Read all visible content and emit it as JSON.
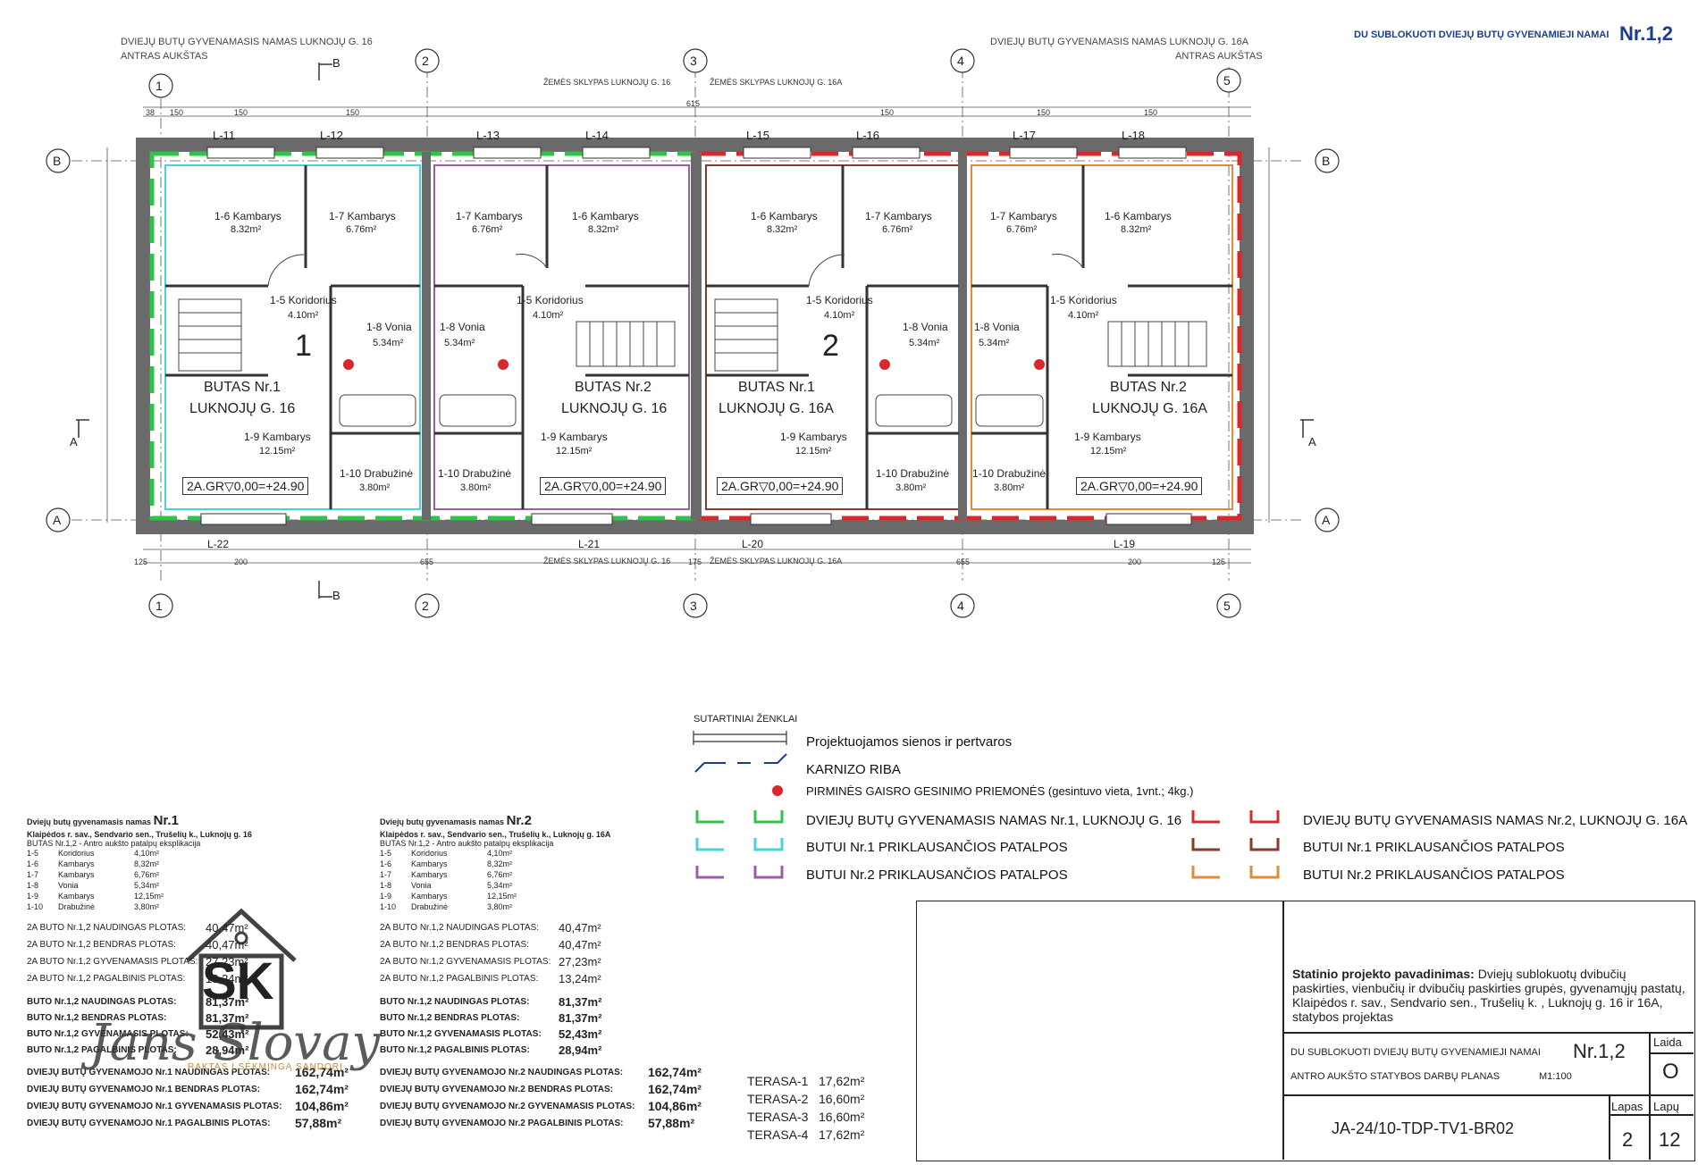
{
  "header": {
    "left_title_1": "DVIEJŲ BUTŲ GYVENAMASIS NAMAS  LUKNOJŲ G. 16",
    "left_title_2": "ANTRAS AUKŠTAS",
    "right_title_1": "DVIEJŲ BUTŲ GYVENAMASIS NAMAS  LUKNOJŲ G. 16A",
    "right_title_2": "ANTRAS AUKŠTAS",
    "corner_title": "DU SUBLOKUOTI DVIEJŲ BUTŲ GYVENAMIEJI NAMAI",
    "corner_nr": "Nr.1,2",
    "plot_left": "ŽEMĖS SKLYPAS LUKNOJŲ G. 16",
    "plot_right": "ŽEMĖS SKLYPAS LUKNOJŲ G. 16A"
  },
  "grid": {
    "columns": [
      "1",
      "2",
      "3",
      "4",
      "5"
    ],
    "rows": [
      "B",
      "A"
    ],
    "section_cut": "B",
    "section_cut_side": "A"
  },
  "windows_top": [
    "L-11",
    "L-12",
    "L-13",
    "L-14",
    "L-15",
    "L-16",
    "L-17",
    "L-18"
  ],
  "windows_bottom": [
    "L-22",
    "L-21",
    "L-20",
    "L-19"
  ],
  "dims_top": [
    "38",
    "150",
    "150",
    "150",
    "615",
    "150",
    "150",
    "150"
  ],
  "dims_bottom": [
    "125",
    "200",
    "655",
    "175",
    "655",
    "200",
    "125"
  ],
  "rooms": {
    "r16": "1-6 Kambarys",
    "a16": "8.32m²",
    "r17": "1-7 Kambarys",
    "a17": "6.76m²",
    "r15": "1-5 Koridorius",
    "a15": "4.10m²",
    "r18": "1-8 Vonia",
    "a18": "5.34m²",
    "r19": "1-9 Kambarys",
    "a19": "12.15m²",
    "r110": "1-10 Drabužinė",
    "a110": "3.80m²"
  },
  "units": [
    {
      "line1": "BUTAS Nr.1",
      "line2": "LUKNOJŲ G. 16",
      "level": "2A.GR▽0,00=+24.90"
    },
    {
      "line1": "BUTAS Nr.2",
      "line2": "LUKNOJŲ G. 16",
      "level": "2A.GR▽0,00=+24.90"
    },
    {
      "line1": "BUTAS Nr.1",
      "line2": "LUKNOJŲ G. 16A",
      "level": "2A.GR▽0,00=+24.90"
    },
    {
      "line1": "BUTAS Nr.2",
      "line2": "LUKNOJŲ G. 16A",
      "level": "2A.GR▽0,00=+24.90"
    }
  ],
  "house_marks": [
    "1",
    "2"
  ],
  "legend": {
    "title": "SUTARTINIAI ŽENKLAI",
    "walls": "Projektuojamos sienos ir pertvaros",
    "eaves": "KARNIZO RIBA",
    "fire": "PIRMINĖS GAISRO GESINIMO PRIEMONĖS",
    "fire_note": "(gesintuvo vieta, 1vnt.; 4kg.)",
    "house1": "DVIEJŲ BUTŲ GYVENAMASIS NAMAS Nr.1, LUKNOJŲ G. 16",
    "house2": "DVIEJŲ BUTŲ GYVENAMASIS NAMAS Nr.2, LUKNOJŲ G. 16A",
    "flat1": "BUTUI Nr.1 PRIKLAUSANČIOS PATALPOS",
    "flat2": "BUTUI Nr.2 PRIKLAUSANČIOS PATALPOS",
    "colors": {
      "green": "#2fc34b",
      "cyan": "#45d3e0",
      "purple": "#9b5ca8",
      "red": "#d8282c",
      "brown": "#8a3a2c",
      "orange": "#e08a3a"
    }
  },
  "explication": [
    {
      "title_pre": "Dviejų butų gyvenamasis namas",
      "title_nr": "Nr.1",
      "address": "Klaipėdos r. sav., Sendvario sen., Trušelių k., Luknojų g. 16",
      "subtitle": "BUTAS Nr.1,2 - Antro aukšto patalpų eksplikacija",
      "rows": [
        [
          "1-5",
          "Koridorius",
          "4,10m²"
        ],
        [
          "1-6",
          "Kambarys",
          "8,32m²"
        ],
        [
          "1-7",
          "Kambarys",
          "6,76m²"
        ],
        [
          "1-8",
          "Vonia",
          "5,34m²"
        ],
        [
          "1-9",
          "Kambarys",
          "12,15m²"
        ],
        [
          "1-10",
          "Drabužinė",
          "3,80m²"
        ]
      ],
      "totals_a": [
        [
          "2A BUTO Nr.1,2 NAUDINGAS  PLOTAS:",
          "40,47m²"
        ],
        [
          "2A BUTO Nr.1,2 BENDRAS PLOTAS:",
          "40,47m²"
        ],
        [
          "2A BUTO Nr.1,2 GYVENAMASIS  PLOTAS:",
          "27,23m²"
        ],
        [
          "2A BUTO Nr.1,2 PAGALBINIS PLOTAS:",
          "13,24m²"
        ]
      ],
      "totals_b": [
        [
          "BUTO Nr.1,2 NAUDINGAS  PLOTAS:",
          "81,37m²"
        ],
        [
          "BUTO Nr.1,2 BENDRAS PLOTAS:",
          "81,37m²"
        ],
        [
          "BUTO Nr.1,2 GYVENAMASIS  PLOTAS:",
          "52,43m²"
        ],
        [
          "BUTO Nr.1,2 PAGALBINIS PLOTAS:",
          "28,94m²"
        ]
      ],
      "totals_c": [
        [
          "DVIEJŲ BUTŲ GYVENAMOJO Nr.1 NAUDINGAS  PLOTAS:",
          "162,74m²"
        ],
        [
          "DVIEJŲ BUTŲ GYVENAMOJO Nr.1 BENDRAS PLOTAS:",
          "162,74m²"
        ],
        [
          "DVIEJŲ BUTŲ GYVENAMOJO Nr.1 GYVENAMASIS  PLOTAS:",
          "104,86m²"
        ],
        [
          "DVIEJŲ BUTŲ GYVENAMOJO Nr.1 PAGALBINIS PLOTAS:",
          "57,88m²"
        ]
      ]
    },
    {
      "title_pre": "Dviejų butų gyvenamasis namas",
      "title_nr": "Nr.2",
      "address": "Klaipėdos r. sav., Sendvario sen., Trušelių k., Luknojų g. 16A",
      "subtitle": "BUTAS Nr.1,2 - Antro aukšto patalpų eksplikacija",
      "rows": [
        [
          "1-5",
          "Koridorius",
          "4,10m²"
        ],
        [
          "1-6",
          "Kambarys",
          "8,32m²"
        ],
        [
          "1-7",
          "Kambarys",
          "6,76m²"
        ],
        [
          "1-8",
          "Vonia",
          "5,34m²"
        ],
        [
          "1-9",
          "Kambarys",
          "12,15m²"
        ],
        [
          "1-10",
          "Drabužinė",
          "3,80m²"
        ]
      ],
      "totals_a": [
        [
          "2A BUTO Nr.1,2 NAUDINGAS  PLOTAS:",
          "40,47m²"
        ],
        [
          "2A BUTO Nr.1,2 BENDRAS PLOTAS:",
          "40,47m²"
        ],
        [
          "2A BUTO Nr.1,2 GYVENAMASIS  PLOTAS:",
          "27,23m²"
        ],
        [
          "2A BUTO Nr.1,2 PAGALBINIS PLOTAS:",
          "13,24m²"
        ]
      ],
      "totals_b": [
        [
          "BUTO Nr.1,2 NAUDINGAS  PLOTAS:",
          "81,37m²"
        ],
        [
          "BUTO Nr.1,2 BENDRAS PLOTAS:",
          "81,37m²"
        ],
        [
          "BUTO Nr.1,2 GYVENAMASIS  PLOTAS:",
          "52,43m²"
        ],
        [
          "BUTO Nr.1,2 PAGALBINIS PLOTAS:",
          "28,94m²"
        ]
      ],
      "totals_c": [
        [
          "DVIEJŲ BUTŲ GYVENAMOJO Nr.2 NAUDINGAS  PLOTAS:",
          "162,74m²"
        ],
        [
          "DVIEJŲ BUTŲ GYVENAMOJO Nr.2 BENDRAS PLOTAS:",
          "162,74m²"
        ],
        [
          "DVIEJŲ BUTŲ GYVENAMOJO Nr.2 GYVENAMASIS  PLOTAS:",
          "104,86m²"
        ],
        [
          "DVIEJŲ BUTŲ GYVENAMOJO Nr.2 PAGALBINIS PLOTAS:",
          "57,88m²"
        ]
      ]
    }
  ],
  "terraces": [
    [
      "TERASA-1",
      "17,62m²"
    ],
    [
      "TERASA-2",
      "16,60m²"
    ],
    [
      "TERASA-3",
      "16,60m²"
    ],
    [
      "TERASA-4",
      "17,62m²"
    ]
  ],
  "watermark": {
    "logo": "SK",
    "script": "Jans Slovay",
    "tagline": "RAKTAS Į SĖKMINGĄ SANDORĮ"
  },
  "title_block": {
    "project_label": "Statinio projekto pavadinimas:",
    "project_text": "Dviejų sublokuotų dvibučių paskirties, vienbučių ir dvibučių paskirties grupės, gyvenamųjų pastatų, Klaipėdos r. sav., Sendvario sen., Trušelių k. , Luknojų g. 16 ir 16A, statybos projektas",
    "sheet_title": "DU SUBLOKUOTI DVIEJŲ BUTŲ GYVENAMIEJI NAMAI",
    "sheet_nr": "Nr.1,2",
    "sheet_sub": "ANTRO AUKŠTO STATYBOS DARBŲ PLANAS",
    "scale": "M1:100",
    "laida_label": "Laida",
    "laida": "O",
    "code": "JA-24/10-TDP-TV1-BR02",
    "lapas_label": "Lapas",
    "lapas": "2",
    "lapu_label": "Lapų",
    "lapu": "12"
  }
}
